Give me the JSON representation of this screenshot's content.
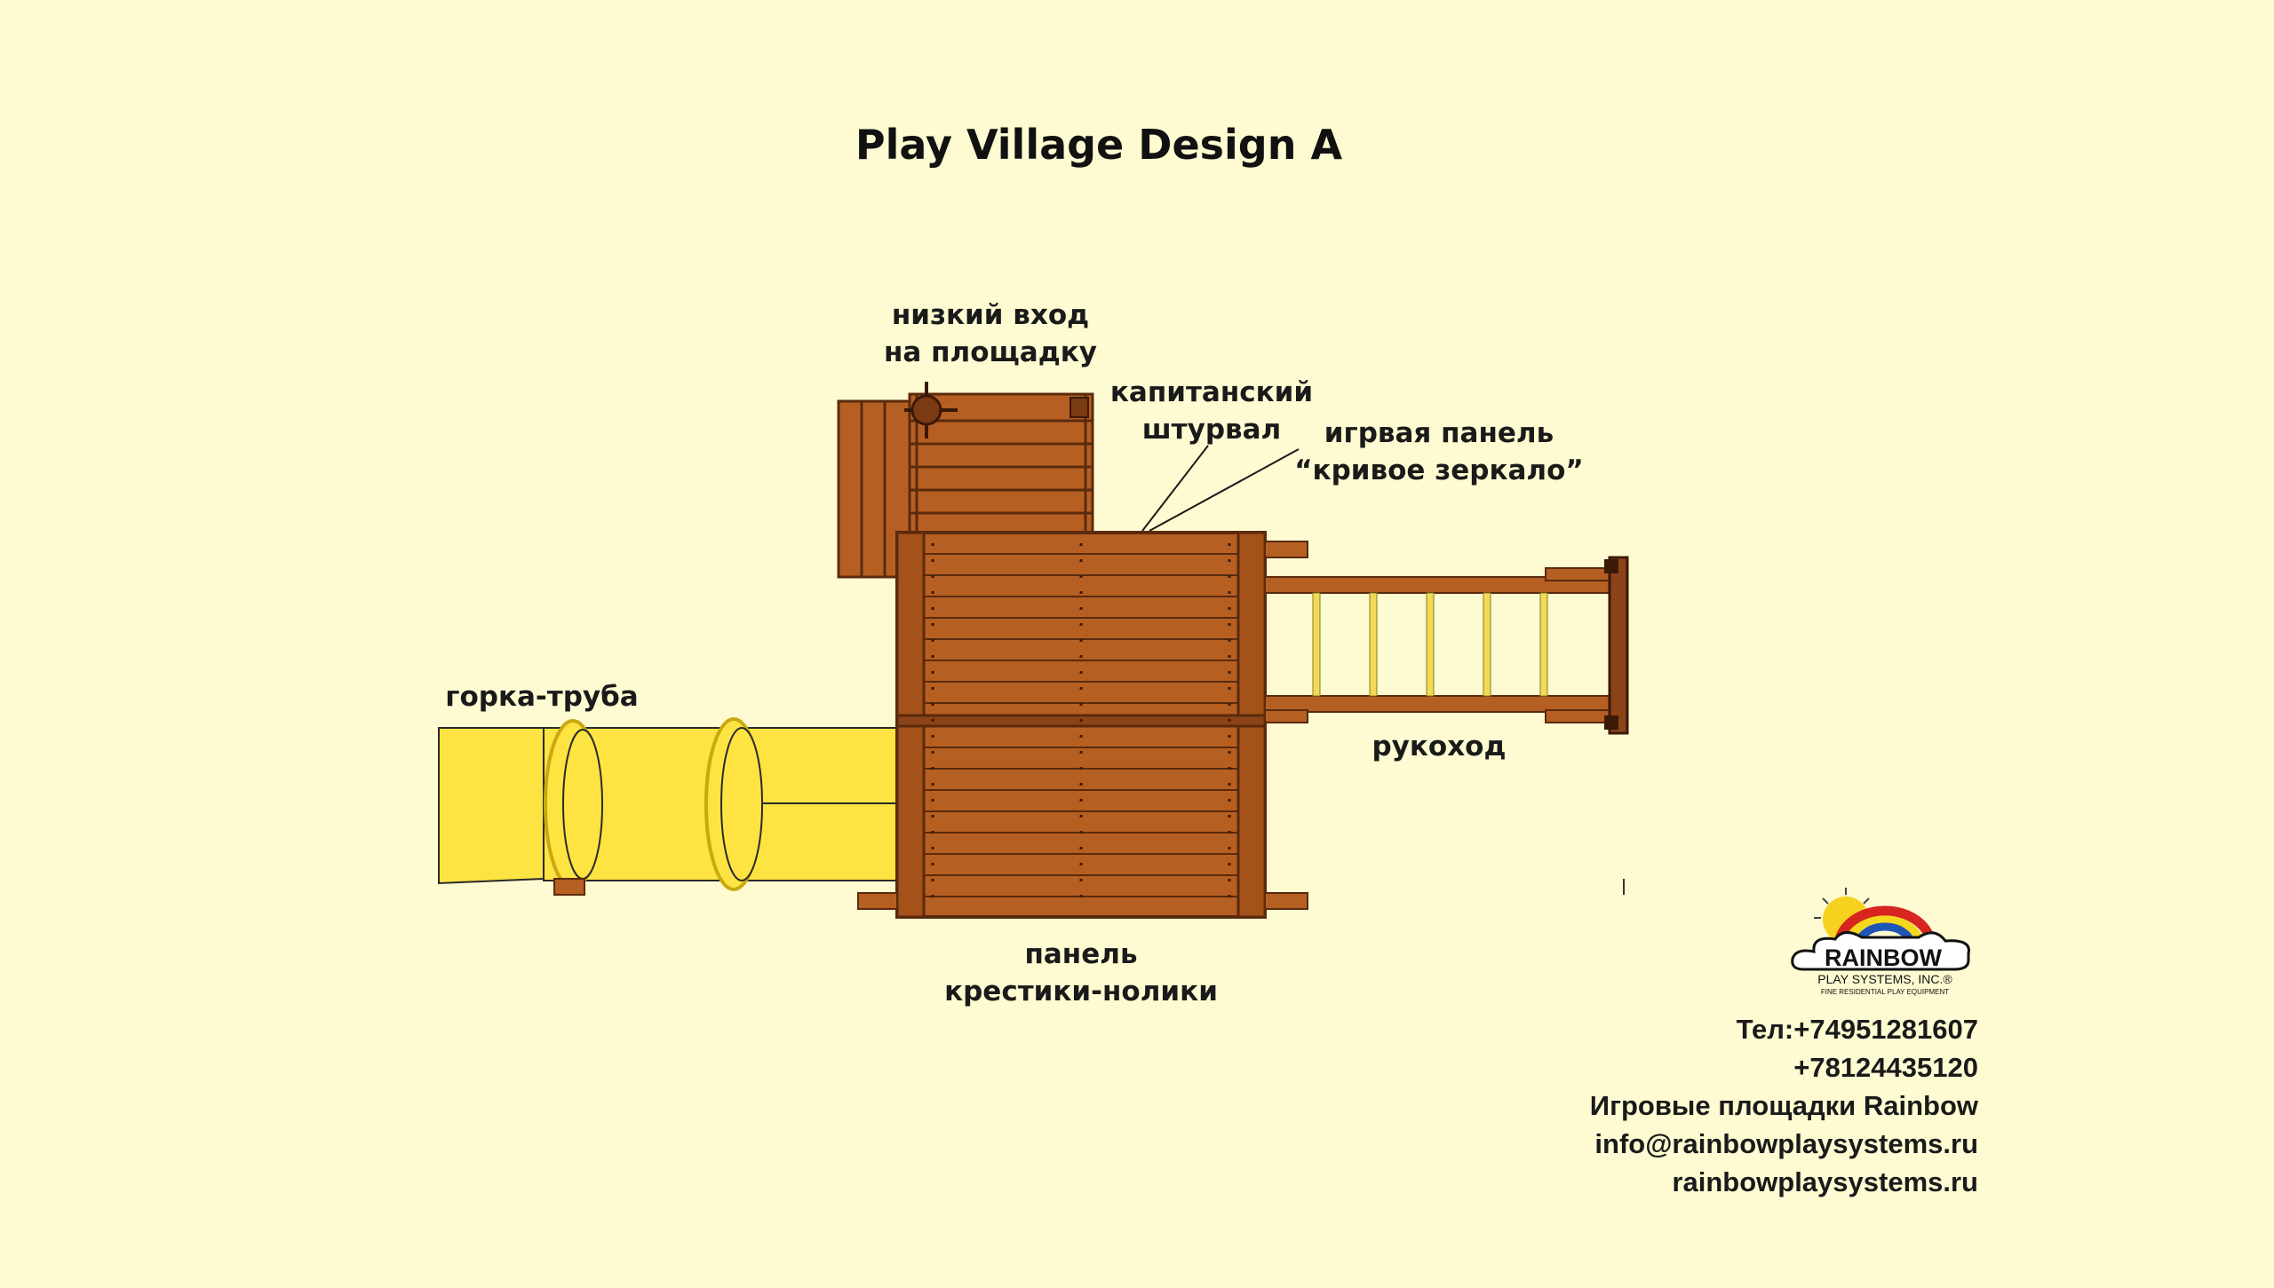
{
  "title": "Play Village Design A",
  "labels": {
    "low_entry": [
      "низкий вход",
      "на площадку"
    ],
    "steering_wheel": [
      "капитанский",
      "штурвал"
    ],
    "mirror_panel": [
      "игрвая панель",
      "“кривое зеркало”"
    ],
    "tube_slide": "горка-труба",
    "monkey_bars": "рукоход",
    "tictactoe_panel": [
      "панель",
      "крестики-нолики"
    ]
  },
  "logo": {
    "brand": "RAINBOW",
    "line1": "PLAY SYSTEMS, INC.®",
    "line2": "FINE RESIDENTIAL PLAY EQUIPMENT"
  },
  "contact": {
    "phone1": "Тел:+74951281607",
    "phone2": "+78124435120",
    "company": "Игровые площадки Rainbow",
    "email": "info@rainbowplaysystems.ru",
    "site": "rainbowplaysystems.ru"
  },
  "colors": {
    "background": "#fefbd2",
    "wood": "#b65f22",
    "wood_dark": "#5a2a0c",
    "slide": "#fde443",
    "slide_outline": "#c9a910",
    "bars": "#f2da55"
  }
}
